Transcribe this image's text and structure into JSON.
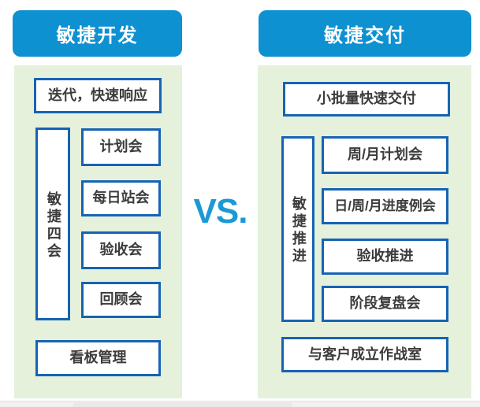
{
  "vs_label": "VS.",
  "colors": {
    "header_blue": "#0e91d1",
    "border_blue": "#1663b5",
    "panel_green": "#e5f1da",
    "vs_blue": "#1b99d5"
  },
  "left": {
    "header": "敏捷开发",
    "top_box": "迭代，快速响应",
    "group_label": "敏捷四会",
    "meetings": [
      "计划会",
      "每日站会",
      "验收会",
      "回顾会"
    ],
    "bottom_box": "看板管理"
  },
  "right": {
    "header": "敏捷交付",
    "top_box": "小批量快速交付",
    "group_label": "敏捷推进",
    "meetings": [
      "周/月计划会",
      "日/周/月进度例会",
      "验收推进",
      "阶段复盘会"
    ],
    "bottom_box": "与客户成立作战室"
  }
}
